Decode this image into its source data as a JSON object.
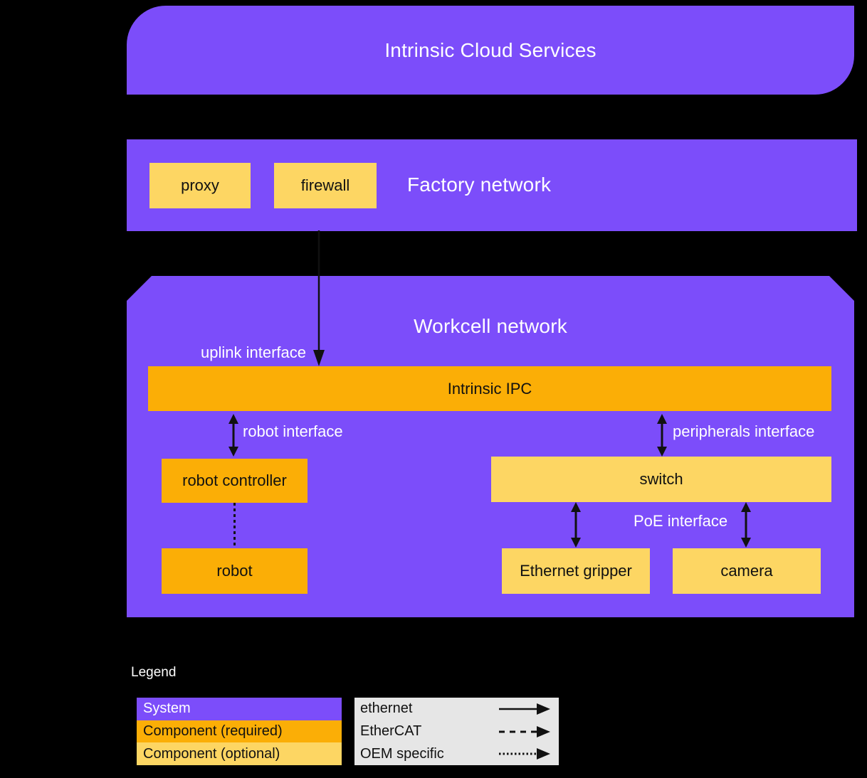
{
  "colors": {
    "system_purple": "#7C4DFA",
    "component_required_amber": "#FBAE06",
    "component_optional_yellow": "#FDD663",
    "legend_gray": "#E6E6E6",
    "line_black": "#111111",
    "text_white": "#FFFFFF"
  },
  "cloud": {
    "title": "Intrinsic Cloud Services"
  },
  "factory": {
    "title": "Factory network",
    "components": [
      {
        "label": "proxy"
      },
      {
        "label": "firewall"
      }
    ]
  },
  "workcell": {
    "title": "Workcell network",
    "uplink_label": "uplink interface",
    "ipc_label": "Intrinsic IPC",
    "robot_interface_label": "robot interface",
    "peripherals_interface_label": "peripherals interface",
    "poe_interface_label": "PoE interface",
    "robot_controller_label": "robot controller",
    "robot_label": "robot",
    "switch_label": "switch",
    "gripper_label": "Ethernet gripper",
    "camera_label": "camera"
  },
  "legend": {
    "title": "Legend",
    "node_types": [
      {
        "label": "System",
        "color": "#7C4DFA"
      },
      {
        "label": "Component (required)",
        "color": "#FBAE06"
      },
      {
        "label": "Component (optional)",
        "color": "#FDD663"
      }
    ],
    "edge_types": [
      {
        "label": "ethernet",
        "style": "solid"
      },
      {
        "label": "EtherCAT",
        "style": "dashed"
      },
      {
        "label": "OEM specific",
        "style": "dotted"
      }
    ]
  }
}
